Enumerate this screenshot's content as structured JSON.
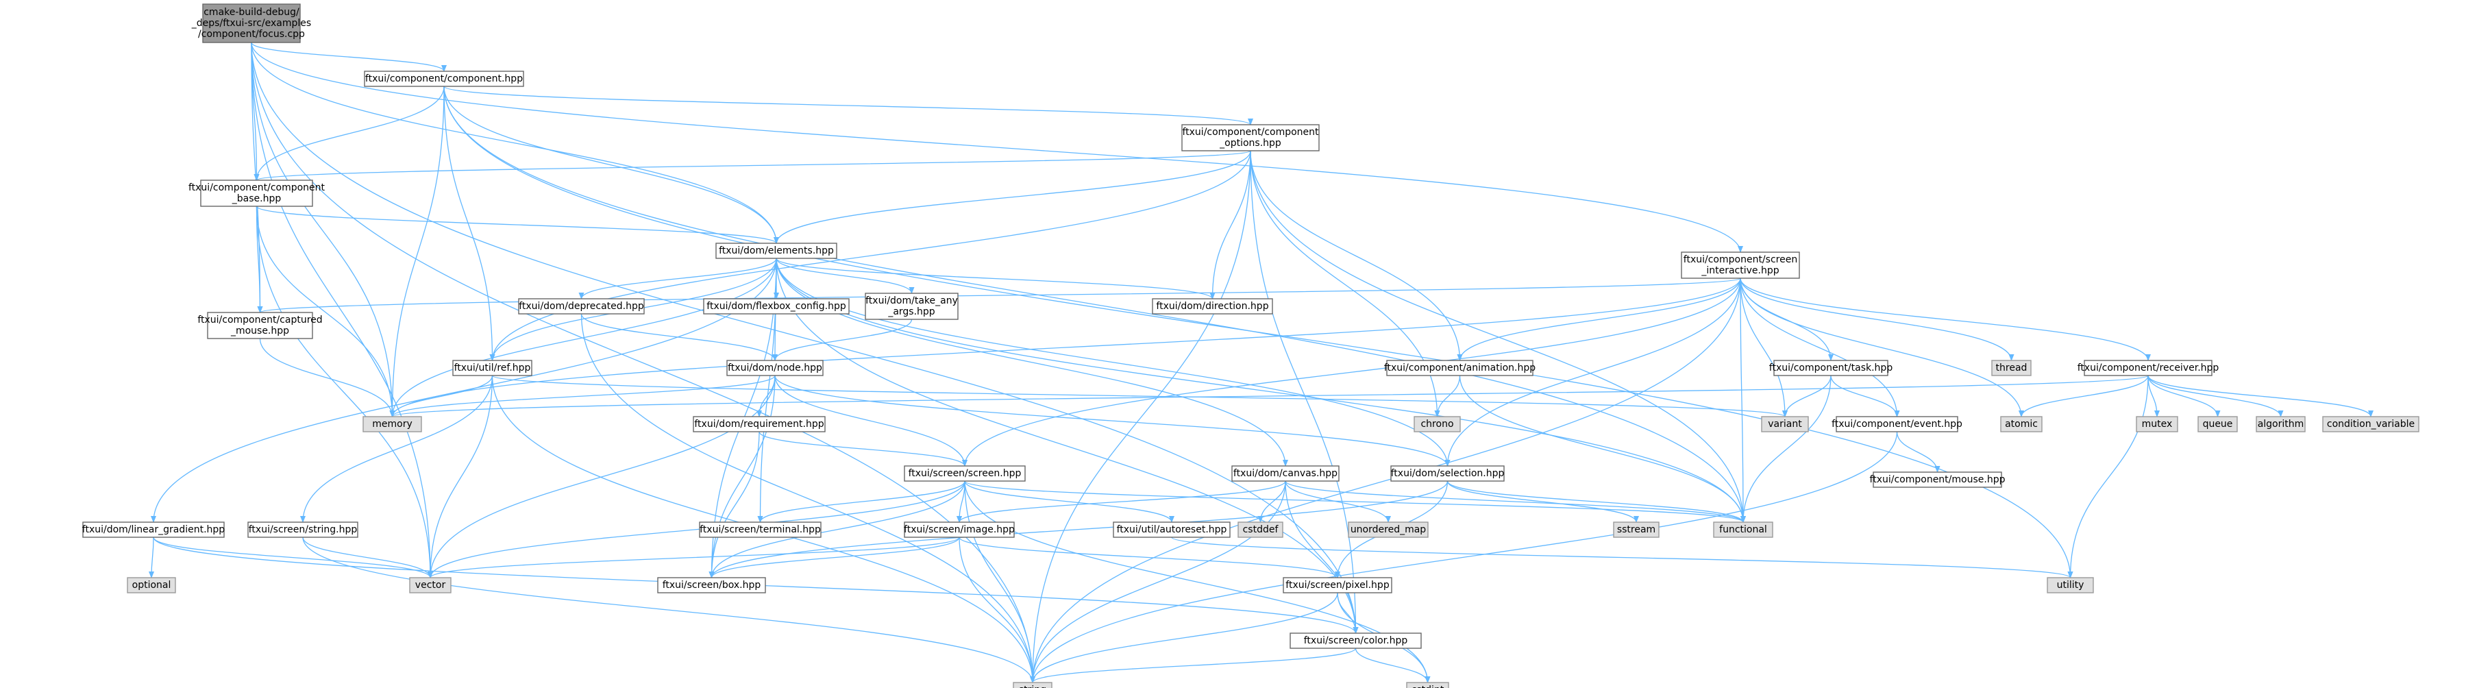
{
  "colors": {
    "background": "#ffffff",
    "edge": "#63b8ff",
    "node_border": "#666666",
    "node_fill": "#ffffff",
    "system_fill": "#e0e0e0",
    "system_border": "#999999",
    "root_fill": "#999999",
    "root_border": "#666666",
    "text": "#000000"
  },
  "nodes": [
    {
      "id": "focus",
      "kind": "root",
      "lines": [
        "cmake-build-debug/",
        "_deps/ftxui-src/examples",
        "/component/focus.cpp"
      ]
    },
    {
      "id": "component",
      "kind": "file",
      "lines": [
        "ftxui/component/component.hpp"
      ]
    },
    {
      "id": "options",
      "kind": "file",
      "lines": [
        "ftxui/component/component",
        "_options.hpp"
      ]
    },
    {
      "id": "base",
      "kind": "file",
      "lines": [
        "ftxui/component/component",
        "_base.hpp"
      ]
    },
    {
      "id": "elements",
      "kind": "file",
      "lines": [
        "ftxui/dom/elements.hpp"
      ]
    },
    {
      "id": "captured",
      "kind": "file",
      "lines": [
        "ftxui/component/captured",
        "_mouse.hpp"
      ]
    },
    {
      "id": "interactive",
      "kind": "file",
      "lines": [
        "ftxui/component/screen",
        "_interactive.hpp"
      ]
    },
    {
      "id": "deprecated",
      "kind": "file",
      "lines": [
        "ftxui/dom/deprecated.hpp"
      ]
    },
    {
      "id": "flexbox",
      "kind": "file",
      "lines": [
        "ftxui/dom/flexbox_config.hpp"
      ]
    },
    {
      "id": "takeany",
      "kind": "file",
      "lines": [
        "ftxui/dom/take_any",
        "_args.hpp"
      ]
    },
    {
      "id": "direction",
      "kind": "file",
      "lines": [
        "ftxui/dom/direction.hpp"
      ]
    },
    {
      "id": "ref",
      "kind": "file",
      "lines": [
        "ftxui/util/ref.hpp"
      ]
    },
    {
      "id": "node",
      "kind": "file",
      "lines": [
        "ftxui/dom/node.hpp"
      ]
    },
    {
      "id": "animation",
      "kind": "file",
      "lines": [
        "ftxui/component/animation.hpp"
      ]
    },
    {
      "id": "task",
      "kind": "file",
      "lines": [
        "ftxui/component/task.hpp"
      ]
    },
    {
      "id": "receiver",
      "kind": "file",
      "lines": [
        "ftxui/component/receiver.hpp"
      ]
    },
    {
      "id": "thread",
      "kind": "system",
      "lines": [
        "thread"
      ]
    },
    {
      "id": "memory",
      "kind": "system",
      "lines": [
        "memory"
      ]
    },
    {
      "id": "chrono",
      "kind": "system",
      "lines": [
        "chrono"
      ]
    },
    {
      "id": "variant",
      "kind": "system",
      "lines": [
        "variant"
      ]
    },
    {
      "id": "atomic",
      "kind": "system",
      "lines": [
        "atomic"
      ]
    },
    {
      "id": "mutex",
      "kind": "system",
      "lines": [
        "mutex"
      ]
    },
    {
      "id": "queue",
      "kind": "system",
      "lines": [
        "queue"
      ]
    },
    {
      "id": "algorithm",
      "kind": "system",
      "lines": [
        "algorithm"
      ]
    },
    {
      "id": "condvar",
      "kind": "system",
      "lines": [
        "condition_variable"
      ]
    },
    {
      "id": "requirement",
      "kind": "file",
      "lines": [
        "ftxui/dom/requirement.hpp"
      ]
    },
    {
      "id": "event",
      "kind": "file",
      "lines": [
        "ftxui/component/event.hpp"
      ]
    },
    {
      "id": "mouse",
      "kind": "file",
      "lines": [
        "ftxui/component/mouse.hpp"
      ]
    },
    {
      "id": "screen",
      "kind": "file",
      "lines": [
        "ftxui/screen/screen.hpp"
      ]
    },
    {
      "id": "canvas",
      "kind": "file",
      "lines": [
        "ftxui/dom/canvas.hpp"
      ]
    },
    {
      "id": "selection",
      "kind": "file",
      "lines": [
        "ftxui/dom/selection.hpp"
      ]
    },
    {
      "id": "cstddef",
      "kind": "system",
      "lines": [
        "cstddef"
      ]
    },
    {
      "id": "unordered",
      "kind": "system",
      "lines": [
        "unordered_map"
      ]
    },
    {
      "id": "sstream",
      "kind": "system",
      "lines": [
        "sstream"
      ]
    },
    {
      "id": "functional",
      "kind": "system",
      "lines": [
        "functional"
      ]
    },
    {
      "id": "lineargrad",
      "kind": "file",
      "lines": [
        "ftxui/dom/linear_gradient.hpp"
      ]
    },
    {
      "id": "optional",
      "kind": "system",
      "lines": [
        "optional"
      ]
    },
    {
      "id": "string_hpp",
      "kind": "file",
      "lines": [
        "ftxui/screen/string.hpp"
      ]
    },
    {
      "id": "terminal",
      "kind": "file",
      "lines": [
        "ftxui/screen/terminal.hpp"
      ]
    },
    {
      "id": "image",
      "kind": "file",
      "lines": [
        "ftxui/screen/image.hpp"
      ]
    },
    {
      "id": "autoreset",
      "kind": "file",
      "lines": [
        "ftxui/util/autoreset.hpp"
      ]
    },
    {
      "id": "vector",
      "kind": "system",
      "lines": [
        "vector"
      ]
    },
    {
      "id": "box",
      "kind": "file",
      "lines": [
        "ftxui/screen/box.hpp"
      ]
    },
    {
      "id": "pixel",
      "kind": "file",
      "lines": [
        "ftxui/screen/pixel.hpp"
      ]
    },
    {
      "id": "utility",
      "kind": "system",
      "lines": [
        "utility"
      ]
    },
    {
      "id": "color",
      "kind": "file",
      "lines": [
        "ftxui/screen/color.hpp"
      ]
    },
    {
      "id": "string",
      "kind": "system",
      "lines": [
        "string"
      ]
    },
    {
      "id": "cstdint",
      "kind": "system",
      "lines": [
        "cstdint"
      ]
    }
  ],
  "edges": [
    [
      "focus",
      "component"
    ],
    [
      "focus",
      "base"
    ],
    [
      "focus",
      "elements"
    ],
    [
      "focus",
      "captured"
    ],
    [
      "focus",
      "interactive"
    ],
    [
      "focus",
      "memory"
    ],
    [
      "focus",
      "vector"
    ],
    [
      "focus",
      "string"
    ],
    [
      "focus",
      "color"
    ],
    [
      "component",
      "options"
    ],
    [
      "component",
      "base"
    ],
    [
      "component",
      "elements"
    ],
    [
      "component",
      "ref"
    ],
    [
      "component",
      "memory"
    ],
    [
      "component",
      "functional"
    ],
    [
      "component",
      "utility"
    ],
    [
      "options",
      "base"
    ],
    [
      "options",
      "elements"
    ],
    [
      "options",
      "ref"
    ],
    [
      "options",
      "direction"
    ],
    [
      "options",
      "animation"
    ],
    [
      "options",
      "chrono"
    ],
    [
      "options",
      "functional"
    ],
    [
      "options",
      "string"
    ],
    [
      "options",
      "color"
    ],
    [
      "base",
      "elements"
    ],
    [
      "base",
      "captured"
    ],
    [
      "base",
      "memory"
    ],
    [
      "base",
      "vector"
    ],
    [
      "elements",
      "deprecated"
    ],
    [
      "elements",
      "flexbox"
    ],
    [
      "elements",
      "takeany"
    ],
    [
      "elements",
      "direction"
    ],
    [
      "elements",
      "ref"
    ],
    [
      "elements",
      "node"
    ],
    [
      "elements",
      "canvas"
    ],
    [
      "elements",
      "lineargrad"
    ],
    [
      "elements",
      "box"
    ],
    [
      "elements",
      "terminal"
    ],
    [
      "elements",
      "color"
    ],
    [
      "elements",
      "memory"
    ],
    [
      "elements",
      "functional"
    ],
    [
      "elements",
      "selection"
    ],
    [
      "captured",
      "memory"
    ],
    [
      "interactive",
      "captured"
    ],
    [
      "interactive",
      "animation"
    ],
    [
      "interactive",
      "task"
    ],
    [
      "interactive",
      "receiver"
    ],
    [
      "interactive",
      "event"
    ],
    [
      "interactive",
      "selection"
    ],
    [
      "interactive",
      "screen"
    ],
    [
      "interactive",
      "thread"
    ],
    [
      "interactive",
      "atomic"
    ],
    [
      "interactive",
      "variant"
    ],
    [
      "interactive",
      "memory"
    ],
    [
      "interactive",
      "functional"
    ],
    [
      "interactive",
      "string"
    ],
    [
      "deprecated",
      "node"
    ],
    [
      "deprecated",
      "string"
    ],
    [
      "takeany",
      "node"
    ],
    [
      "ref",
      "memory"
    ],
    [
      "ref",
      "variant"
    ],
    [
      "ref",
      "string_hpp"
    ],
    [
      "ref",
      "string"
    ],
    [
      "ref",
      "vector"
    ],
    [
      "node",
      "requirement"
    ],
    [
      "node",
      "screen"
    ],
    [
      "node",
      "selection"
    ],
    [
      "node",
      "box"
    ],
    [
      "node",
      "memory"
    ],
    [
      "node",
      "vector"
    ],
    [
      "animation",
      "chrono"
    ],
    [
      "animation",
      "functional"
    ],
    [
      "task",
      "variant"
    ],
    [
      "task",
      "functional"
    ],
    [
      "task",
      "event"
    ],
    [
      "receiver",
      "memory"
    ],
    [
      "receiver",
      "atomic"
    ],
    [
      "receiver",
      "mutex"
    ],
    [
      "receiver",
      "queue"
    ],
    [
      "receiver",
      "algorithm"
    ],
    [
      "receiver",
      "condvar"
    ],
    [
      "receiver",
      "utility"
    ],
    [
      "requirement",
      "box"
    ],
    [
      "requirement",
      "screen"
    ],
    [
      "event",
      "mouse"
    ],
    [
      "event",
      "string"
    ],
    [
      "screen",
      "image"
    ],
    [
      "screen",
      "terminal"
    ],
    [
      "screen",
      "autoreset"
    ],
    [
      "screen",
      "box"
    ],
    [
      "screen",
      "functional"
    ],
    [
      "screen",
      "string"
    ],
    [
      "screen",
      "vector"
    ],
    [
      "screen",
      "cstdint"
    ],
    [
      "canvas",
      "image"
    ],
    [
      "canvas",
      "cstddef"
    ],
    [
      "canvas",
      "unordered"
    ],
    [
      "canvas",
      "functional"
    ],
    [
      "canvas",
      "string"
    ],
    [
      "canvas",
      "color"
    ],
    [
      "selection",
      "sstream"
    ],
    [
      "selection",
      "functional"
    ],
    [
      "selection",
      "box"
    ],
    [
      "selection",
      "pixel"
    ],
    [
      "lineargrad",
      "optional"
    ],
    [
      "lineargrad",
      "vector"
    ],
    [
      "lineargrad",
      "color"
    ],
    [
      "string_hpp",
      "string"
    ],
    [
      "string_hpp",
      "vector"
    ],
    [
      "image",
      "box"
    ],
    [
      "image",
      "pixel"
    ],
    [
      "image",
      "string"
    ],
    [
      "image",
      "vector"
    ],
    [
      "autoreset",
      "utility"
    ],
    [
      "pixel",
      "color"
    ],
    [
      "pixel",
      "string"
    ],
    [
      "pixel",
      "cstdint"
    ],
    [
      "color",
      "string"
    ],
    [
      "color",
      "cstdint"
    ]
  ]
}
